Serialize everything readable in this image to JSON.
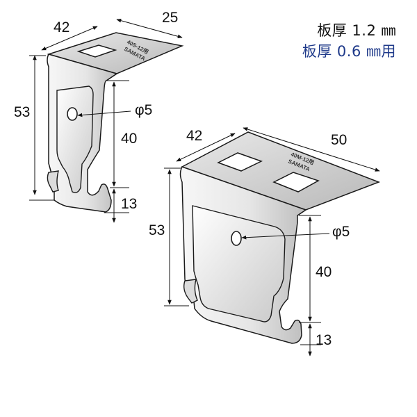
{
  "notes": {
    "thickness_main": "板厚 1.2 ㎜",
    "thickness_alt": "板厚 0.6 ㎜用"
  },
  "small_bracket": {
    "width": "42",
    "depth": "25",
    "height": "53",
    "hook_span": "40",
    "hook_tip": "13",
    "hole": "φ5",
    "stamp_1": "40S-12用",
    "stamp_2": "SAMATA"
  },
  "large_bracket": {
    "width": "42",
    "depth": "50",
    "height": "53",
    "hook_span": "40",
    "hook_tip": "13",
    "hole": "φ5",
    "stamp_1": "40M-12用",
    "stamp_2": "SAMATA"
  },
  "colors": {
    "metal_light": "#f2f2f2",
    "metal_mid": "#cfcfcf",
    "metal_dark": "#8d8d8d",
    "line": "#1a1a1a",
    "note_blue": "#1f3a8a"
  }
}
